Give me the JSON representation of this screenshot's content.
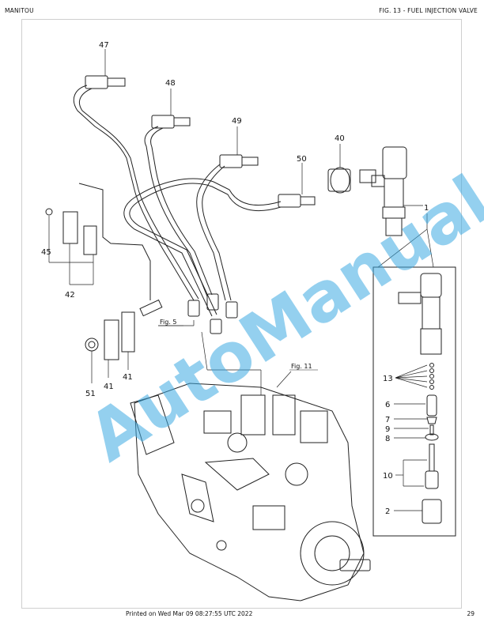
{
  "header": {
    "left": "MANITOU",
    "right": "FIG. 13 - FUEL INJECTION VALVE"
  },
  "callouts": {
    "c1": "1",
    "c2": "2",
    "c6": "6",
    "c7": "7",
    "c8": "8",
    "c9": "9",
    "c10": "10",
    "c13": "13",
    "c40": "40",
    "c41a": "41",
    "c41b": "41",
    "c42": "42",
    "c45": "45",
    "c47": "47",
    "c48": "48",
    "c49": "49",
    "c50": "50",
    "c51": "51"
  },
  "figure_refs": {
    "fig5": "Fig. 5",
    "fig11": "Fig. 11"
  },
  "watermark": "AutoManual",
  "footer": {
    "printed": "Printed on  Wed Mar 09 08:27:55 UTC 2022",
    "page": "29"
  },
  "colors": {
    "line": "#222222",
    "watermark": "#3caae1"
  }
}
